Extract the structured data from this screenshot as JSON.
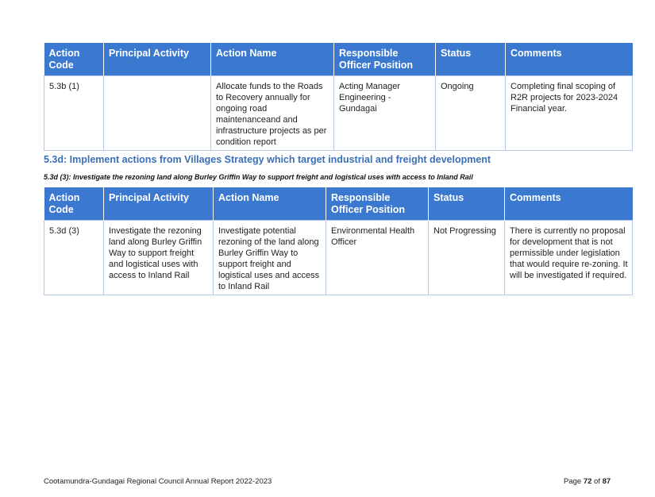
{
  "columns": [
    "Action Code",
    "Principal Activity",
    "Action Name",
    "Responsible Officer Position",
    "Status",
    "Comments"
  ],
  "table1": {
    "row": {
      "code": "5.3b (1)",
      "activity": "",
      "action": "Allocate funds to the Roads to Recovery annually for ongoing road maintenanceand and infrastructure projects as per condition report",
      "officer": "Acting Manager Engineering - Gundagai",
      "status": "Ongoing",
      "comments": "Completing final scoping of R2R projects for 2023-2024 Financial year."
    }
  },
  "section_heading": "5.3d: Implement actions from Villages Strategy which target industrial and freight development",
  "sub_heading": "5.3d (3): Investigate the rezoning land along Burley Griffin Way to support freight and logistical uses with access to Inland Rail",
  "table2": {
    "row": {
      "code": "5.3d (3)",
      "activity": "Investigate the rezoning land along Burley Griffin Way to support freight and logistical uses with access to Inland Rail",
      "action": "Investigate potential rezoning of the land along Burley Griffin Way to support freight and logistical uses and access to Inland Rail",
      "officer": "Environmental Health Officer",
      "status": "Not Progressing",
      "comments": "There is currently no proposal for development that is not permissible under legislation that would require re-zoning. It will be investigated if required."
    }
  },
  "footer": {
    "report_title": "Cootamundra-Gundagai Regional Council Annual Report 2022-2023",
    "page_word": "Page",
    "page_current": "72",
    "page_of": "of",
    "page_total": "87"
  },
  "colors": {
    "header_bg": "#3b78d0",
    "heading_blue": "#3b6fb6",
    "border": "#b6c9e8"
  }
}
